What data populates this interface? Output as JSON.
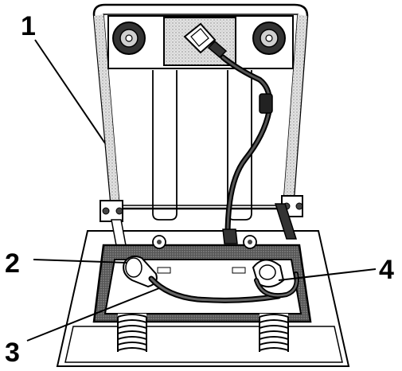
{
  "callouts": {
    "one": "1",
    "two": "2",
    "three": "3",
    "four": "4"
  },
  "colors": {
    "ink": "#000000",
    "paper": "#ffffff",
    "shade": "#cfcfcf",
    "dark_shade": "#7a7a7a"
  }
}
